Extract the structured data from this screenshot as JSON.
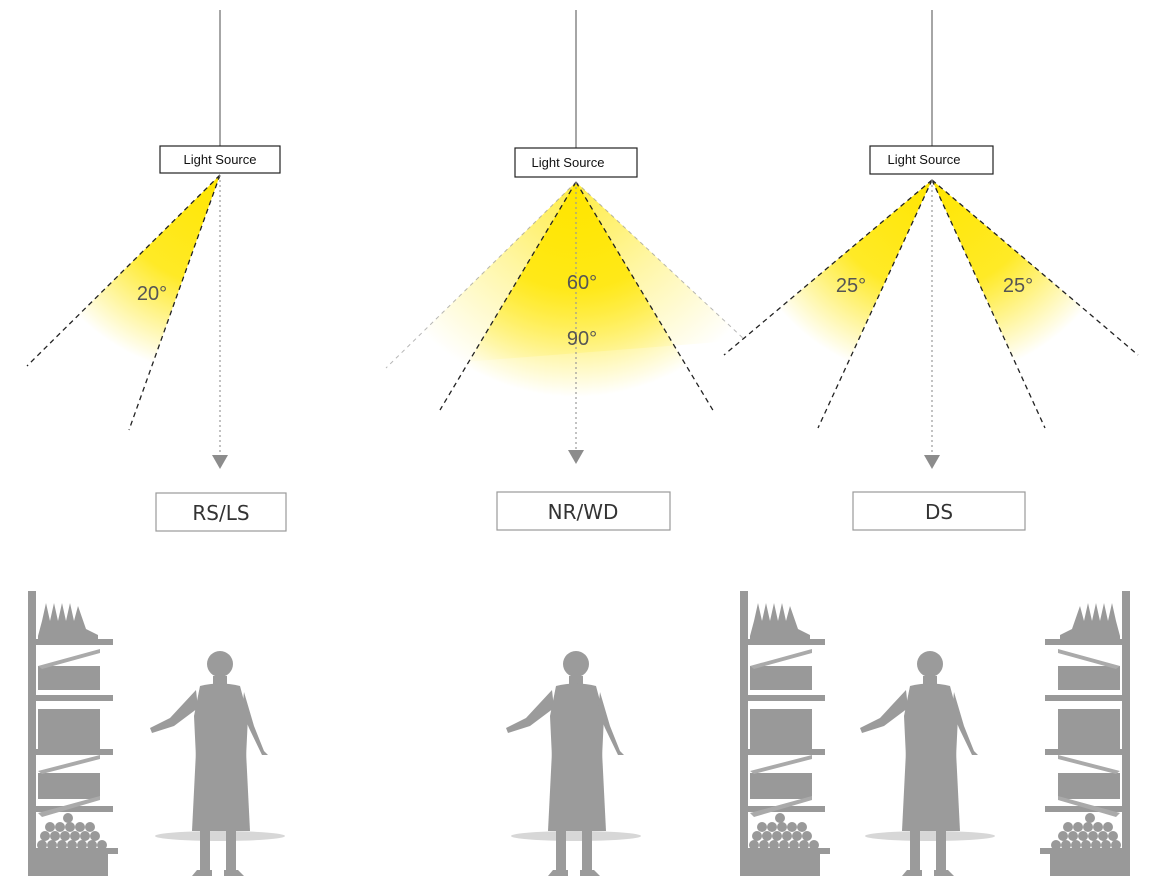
{
  "panels": [
    {
      "source_label": "Light Source",
      "angle_labels": [
        "20°"
      ],
      "mode_label": "RS/LS",
      "beam_type": "single-asymmetric"
    },
    {
      "source_label": "Light Source",
      "angle_labels": [
        "60°",
        "90°"
      ],
      "mode_label": "NR/WD",
      "beam_type": "symmetric-nested"
    },
    {
      "source_label": "Light Source",
      "angle_labels": [
        "25°",
        "25°"
      ],
      "mode_label": "DS",
      "beam_type": "double-asymmetric"
    }
  ],
  "colors": {
    "beam": "#ffe600",
    "beam_soft": "#fff3a0",
    "silhouette": "#999999",
    "line": "#222222",
    "arrow": "#8c8c8c",
    "box_border": "#9a9a9a"
  }
}
